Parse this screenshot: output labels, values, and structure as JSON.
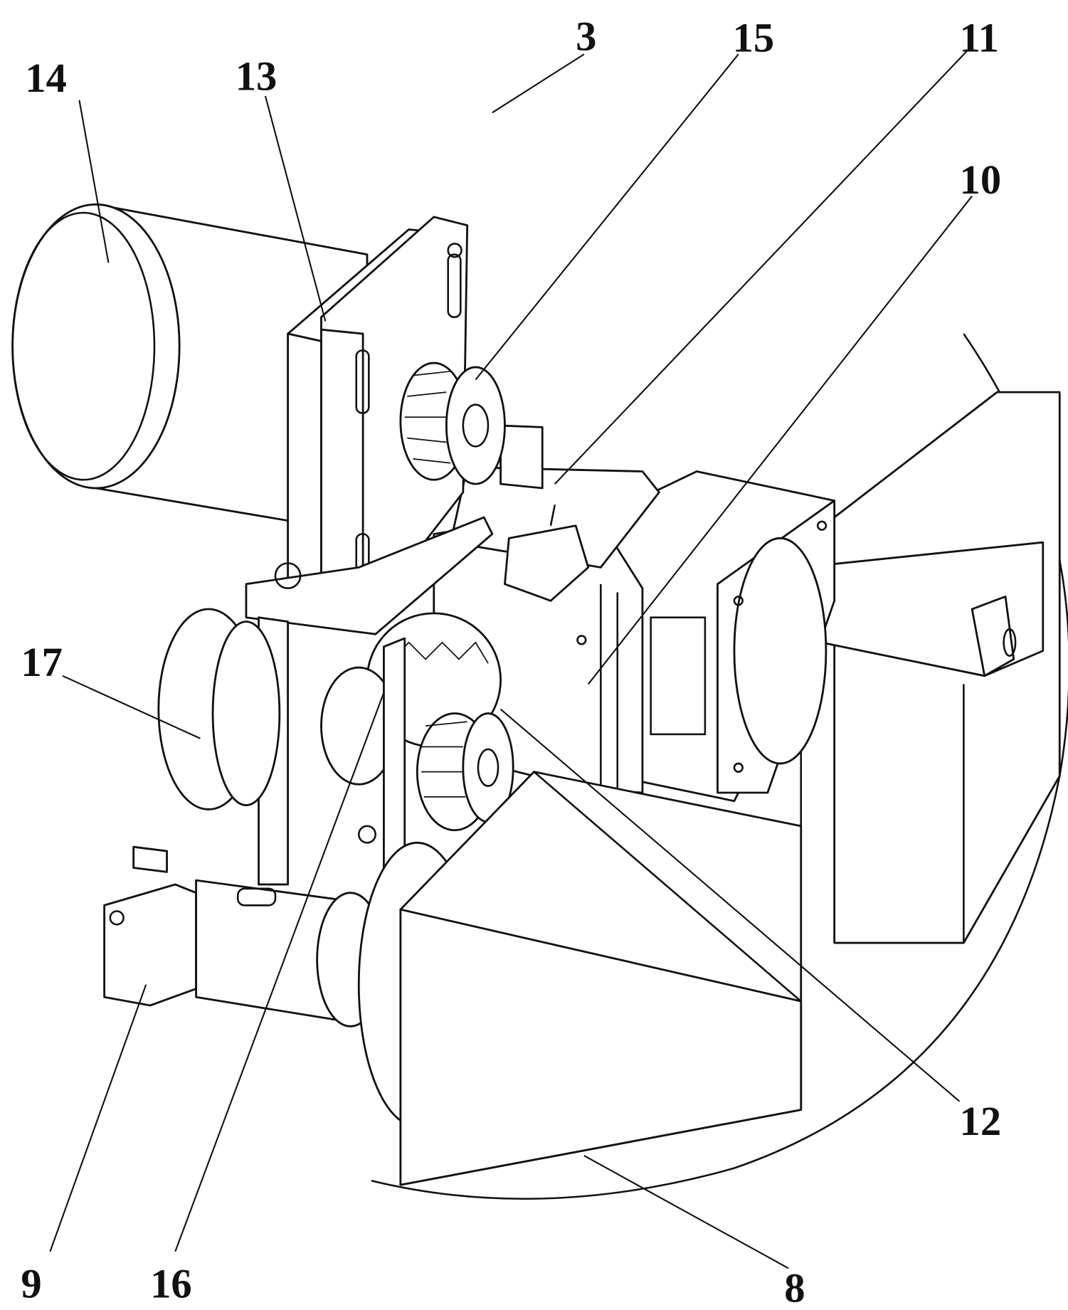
{
  "figure": {
    "labels": {
      "l14": "14",
      "l13": "13",
      "l3": "3",
      "l15": "15",
      "l11": "11",
      "l10": "10",
      "l17": "17",
      "l12": "12",
      "l9": "9",
      "l16": "16",
      "l8": "8"
    }
  }
}
